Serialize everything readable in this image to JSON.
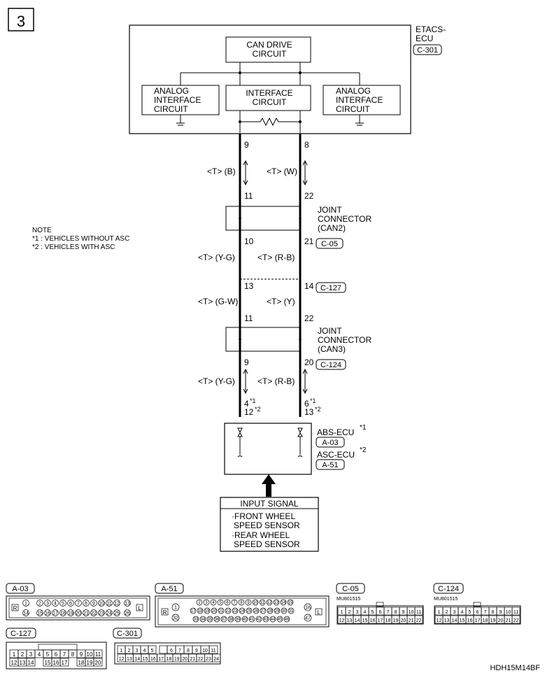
{
  "page_number": "3",
  "etacs": {
    "name_line1": "ETACS-",
    "name_line2": "ECU",
    "connector": "C-301",
    "can_drive": [
      "CAN DRIVE",
      "CIRCUIT"
    ],
    "interface": [
      "INTERFACE",
      "CIRCUIT"
    ],
    "analog_left": [
      "ANALOG",
      "INTERFACE",
      "CIRCUIT"
    ],
    "analog_right": [
      "ANALOG",
      "INTERFACE",
      "CIRCUIT"
    ]
  },
  "wires": {
    "pin_9_top": "9",
    "pin_8_top": "8",
    "seg1_left": "<T> (B)",
    "seg1_right": "<T> (W)",
    "pin_11_a": "11",
    "pin_22_a": "22",
    "pin_10": "10",
    "pin_21": "21",
    "seg2_left": "<T> (Y-G)",
    "seg2_right": "<T> (R-B)",
    "pin_13": "13",
    "pin_14": "14",
    "seg3_left": "<T> (G-W)",
    "seg3_right": "<T> (Y)",
    "pin_11_b": "11",
    "pin_22_b": "22",
    "pin_9_b": "9",
    "pin_20": "20",
    "seg4_left": "<T> (Y-G)",
    "seg4_right": "<T> (R-B)",
    "pin_left_1": "4",
    "pin_left_1_star": "*1",
    "pin_left_2": "12",
    "pin_left_2_star": "*2",
    "pin_right_1": "6",
    "pin_right_1_star": "*1",
    "pin_right_2": "13",
    "pin_right_2_star": "*2"
  },
  "joint_can2": {
    "lines": [
      "JOINT",
      "CONNECTOR",
      "(CAN2)"
    ],
    "connector": "C-05"
  },
  "joint_can3": {
    "lines": [
      "JOINT",
      "CONNECTOR",
      "(CAN3)"
    ],
    "connector": "C-124"
  },
  "c127_label": "C-127",
  "abs": {
    "name": "ABS-ECU",
    "star": "*1",
    "connector": "A-03"
  },
  "asc": {
    "name": "ASC-ECU",
    "star": "*2",
    "connector": "A-51"
  },
  "note": {
    "title": "NOTE",
    "line1": "*1 : VEHICLES WITHOUT ASC",
    "line2": "*2 : VEHICLES WITH ASC"
  },
  "input_signal": {
    "title": "INPUT SIGNAL",
    "lines": [
      "·FRONT WHEEL",
      "SPEED SENSOR",
      "·REAR WHEEL",
      "SPEED SENSOR"
    ]
  },
  "connectors": {
    "a03": {
      "label": "A-03",
      "left_tag": "R",
      "right_tag": "L",
      "row1": [
        "1",
        "2",
        "3",
        "4",
        "5",
        "6",
        "7",
        "8",
        "9",
        "10",
        "11",
        "12",
        "13"
      ],
      "row2": [
        "14",
        "15",
        "16",
        "17",
        "18",
        "19",
        "20",
        "21",
        "22",
        "23",
        "24",
        "25",
        "26"
      ]
    },
    "a51": {
      "label": "A-51",
      "left_tag": "R",
      "right_tag": "L",
      "row1": [
        "2",
        "3",
        "4",
        "5",
        "6",
        "7",
        "8",
        "9",
        "10",
        "11",
        "12",
        "13",
        "14",
        "15"
      ],
      "row2": [
        "17",
        "18",
        "19",
        "20",
        "21",
        "22",
        "23",
        "24",
        "25",
        "26",
        "27",
        "28",
        "29",
        "30",
        "31"
      ],
      "row3": [
        "33",
        "34",
        "35",
        "36",
        "37",
        "38",
        "39",
        "40",
        "41",
        "42",
        "43",
        "44",
        "45",
        "46"
      ],
      "left": [
        "1",
        "32"
      ],
      "right": [
        "16",
        "47"
      ]
    },
    "c05": {
      "label": "C-05",
      "part": "MU801515",
      "row1": [
        "1",
        "2",
        "3",
        "4",
        "5",
        "6",
        "7",
        "8",
        "9",
        "10",
        "11"
      ],
      "row2": [
        "12",
        "13",
        "14",
        "15",
        "16",
        "17",
        "18",
        "19",
        "20",
        "21",
        "22"
      ]
    },
    "c124": {
      "label": "C-124",
      "part": "MU801515",
      "row1": [
        "1",
        "2",
        "3",
        "4",
        "5",
        "6",
        "7",
        "8",
        "9",
        "10",
        "11"
      ],
      "row2": [
        "12",
        "13",
        "14",
        "15",
        "16",
        "17",
        "18",
        "19",
        "20",
        "21",
        "22"
      ]
    },
    "c127": {
      "label": "C-127",
      "row1": [
        "1",
        "2",
        "3",
        "4",
        "5",
        "6",
        "7",
        "8",
        "9",
        "10",
        "11"
      ],
      "row2": [
        "12",
        "13",
        "14",
        "15",
        "16",
        "17",
        "18",
        "19",
        "20"
      ]
    },
    "c301": {
      "label": "C-301",
      "row1": [
        "1",
        "2",
        "3",
        "4",
        "5",
        "6",
        "7",
        "8",
        "9",
        "10",
        "11"
      ],
      "row2": [
        "12",
        "13",
        "14",
        "15",
        "16",
        "17",
        "18",
        "19",
        "20",
        "21",
        "22",
        "23",
        "24"
      ]
    }
  },
  "diagram_code": "HDH15M14BF"
}
